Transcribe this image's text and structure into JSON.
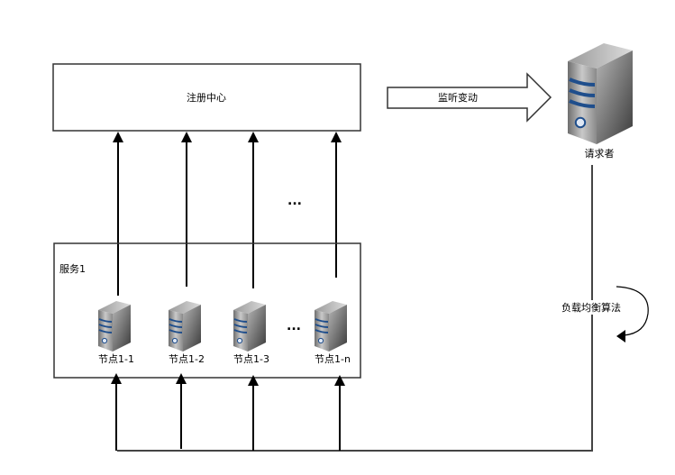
{
  "registry": {
    "label": "注册中心"
  },
  "listen_arrow": {
    "label": "监听变动"
  },
  "requester": {
    "label": "请求者",
    "icon": "server-icon"
  },
  "service": {
    "label": "服务1",
    "nodes": [
      {
        "label": "节点1-1",
        "icon": "server-icon"
      },
      {
        "label": "节点1-2",
        "icon": "server-icon"
      },
      {
        "label": "节点1-3",
        "icon": "server-icon"
      },
      {
        "label": "节点1-n",
        "icon": "server-icon"
      }
    ],
    "ellipsis": "..."
  },
  "registration_ellipsis": "...",
  "load_balance": {
    "label": "负载均衡算法"
  },
  "colors": {
    "stroke": "#333333",
    "server_stripe": "#1f4e8c",
    "arrow_fill": "#000000"
  }
}
